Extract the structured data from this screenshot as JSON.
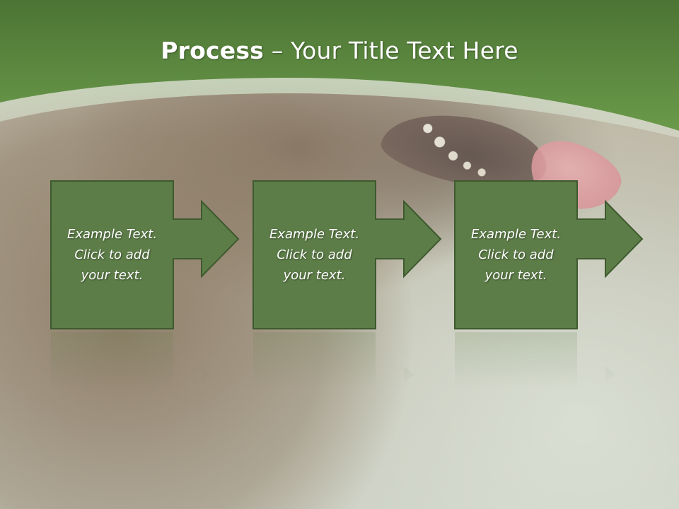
{
  "slide": {
    "title_bold": "Process",
    "title_rest": " – Your Title Text Here"
  },
  "steps": [
    {
      "text": "Example Text.\nClick  to add\nyour text."
    },
    {
      "text": "Example Text.\nClick  to add\nyour text."
    },
    {
      "text": "Example Text.\nClick  to add\nyour text."
    }
  ],
  "colors": {
    "header_green": "#5b8a3f",
    "box_fill": "#5d7d48",
    "box_border": "#3e5a2e"
  }
}
